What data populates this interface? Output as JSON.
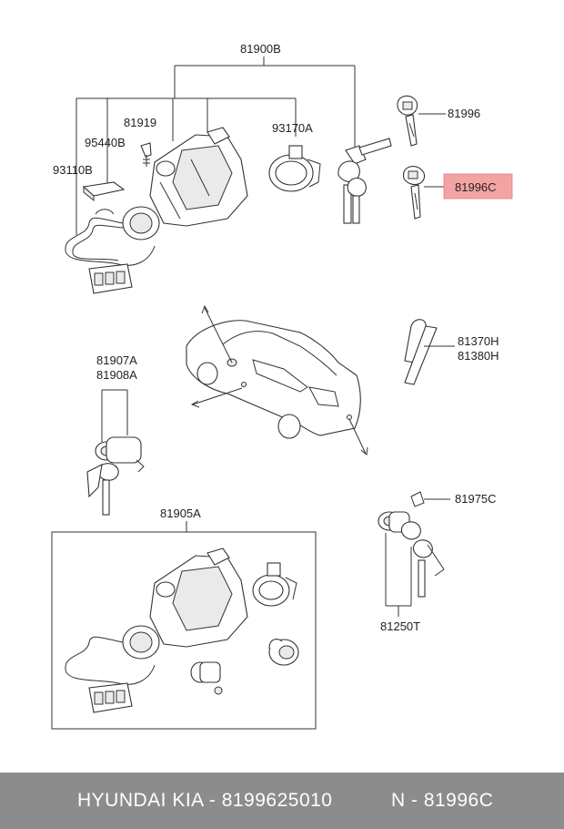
{
  "labels": {
    "assy_top": "81900B",
    "lock_95440B": "95440B",
    "bolt_81919": "81919",
    "harness_93110B": "93110B",
    "immobilizer_93170A": "93170A",
    "key_81996": "81996",
    "key_81996C": "81996C",
    "lock_81370H": "81370H",
    "lock_81380H": "81380H",
    "door_81907A": "81907A",
    "door_81908A": "81908A",
    "assy_81905A": "81905A",
    "clip_81975C": "81975C",
    "tail_81250T": "81250T"
  },
  "highlight_color": "#f4a3a3",
  "footer": {
    "brand": "HYUNDAI  KIA - 8199625010",
    "part": "N - 81996C"
  }
}
